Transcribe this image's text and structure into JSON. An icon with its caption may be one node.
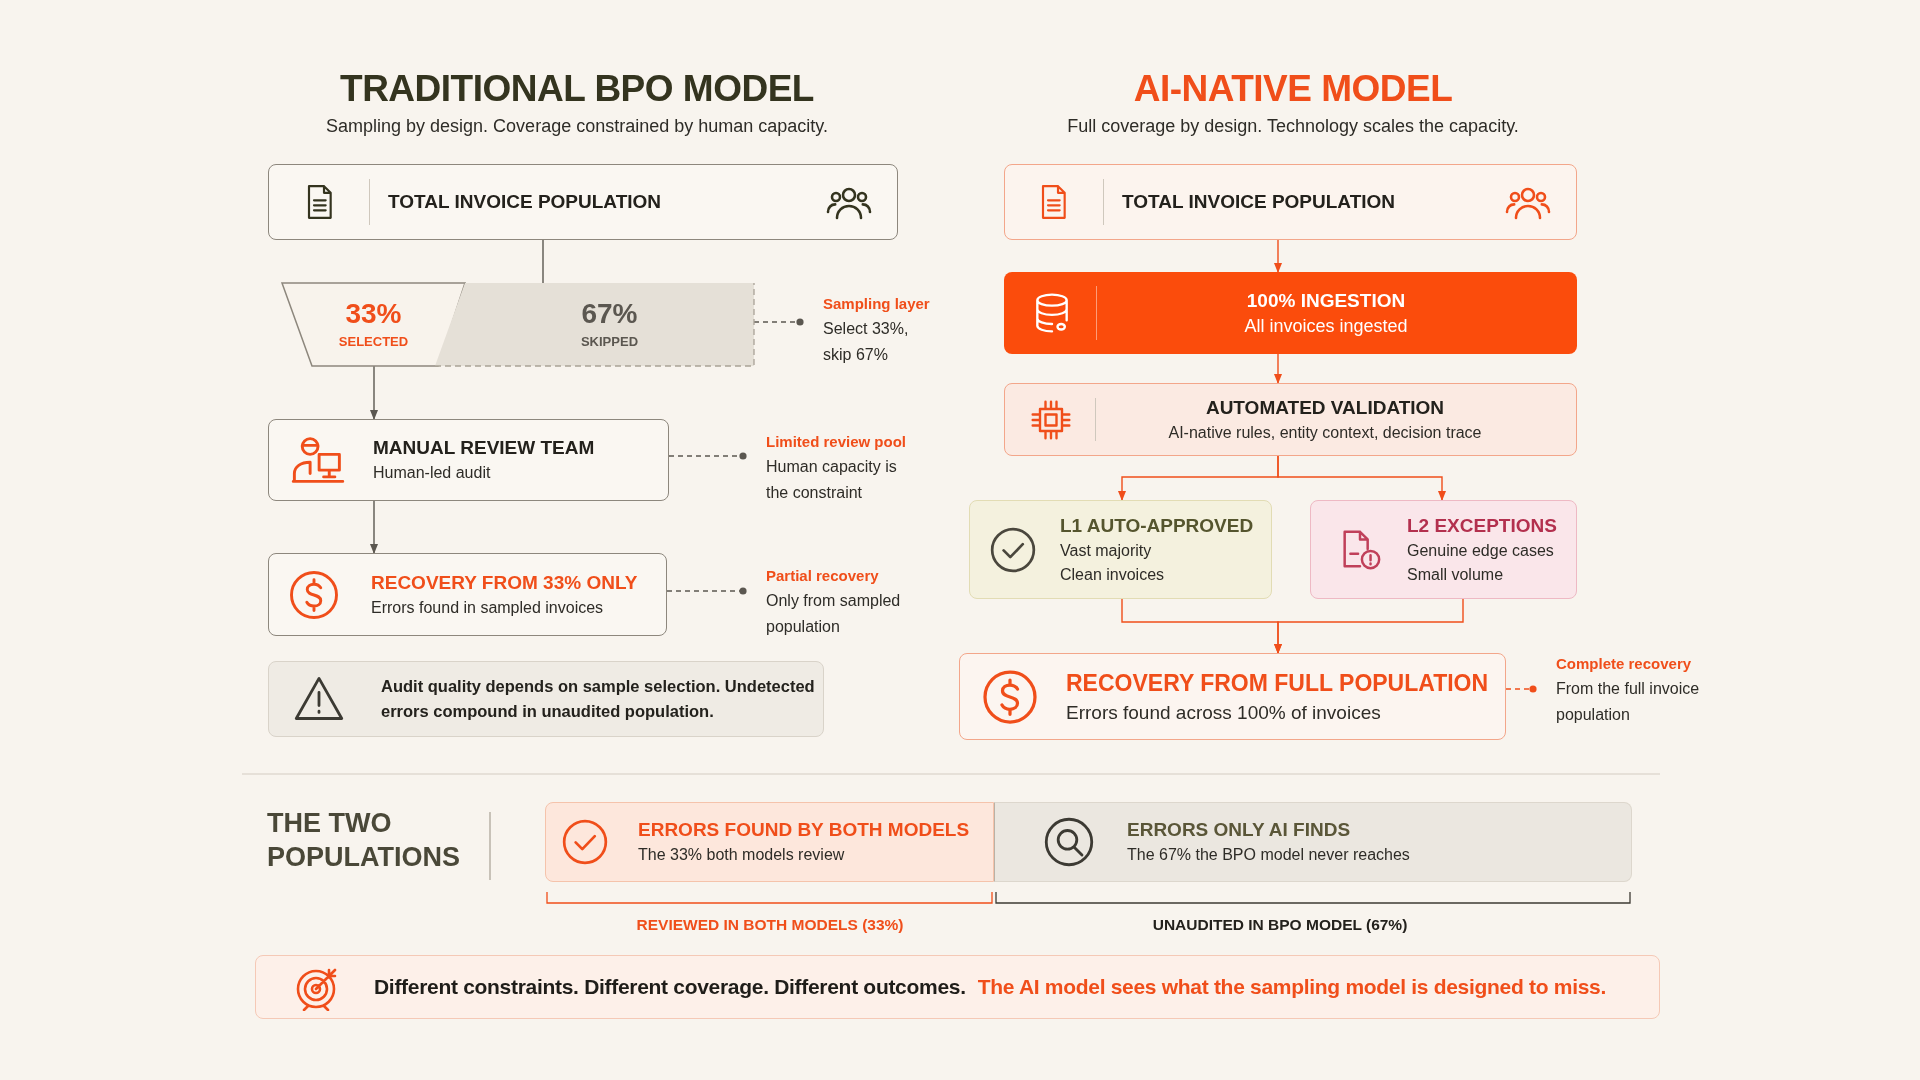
{
  "diagram": {
    "nodes": [
      {
        "text": [
          "TOTAL INVOICE POPULATION"
        ]
      },
      {
        "text": [
          "33%",
          "SELECTED"
        ]
      },
      {
        "text": [
          "67%",
          "SKIPPED"
        ]
      },
      {
        "text": [
          "Sampling layer",
          "Select 33%, skip 67%"
        ]
      },
      {
        "text": [
          "MANUAL REVIEW TEAM",
          "Human-led audit"
        ]
      },
      {
        "text": [
          "Limited review pool",
          "Human capacity is the constraint"
        ]
      },
      {
        "text": [
          "RECOVERY FROM 33% ONLY",
          "Errors found in sampled invoices"
        ]
      },
      {
        "text": [
          "Partial recovery",
          "Only from sampled population"
        ]
      },
      {
        "text": [
          "Audit quality depends on sample selection. Undetected errors compound in unaudited population."
        ]
      },
      {
        "text": [
          "TOTAL INVOICE POPULATION"
        ]
      },
      {
        "text": [
          "100% INGESTION",
          "All invoices ingested"
        ]
      },
      {
        "text": [
          "AUTOMATED VALIDATION",
          "AI-native rules, entity context, decision trace"
        ]
      },
      {
        "text": [
          "L1 AUTO-APPROVED",
          "Vast majority",
          "Clean invoices"
        ]
      },
      {
        "text": [
          "L2 EXCEPTIONS",
          "Genuine edge cases",
          "Small volume"
        ]
      },
      {
        "text": [
          "RECOVERY FROM FULL POPULATION",
          "Errors found across 100% of invoices"
        ]
      },
      {
        "text": [
          "Complete recovery",
          "From the full invoice population"
        ]
      },
      {
        "text": [
          "ERRORS FOUND BY BOTH MODELS",
          "The 33% both models review"
        ]
      },
      {
        "text": [
          "ERRORS ONLY AI FINDS",
          "The 67% the BPO model never reaches"
        ]
      },
      {
        "text": [
          "Different constraints. Different coverage. Different outcomes.",
          "The AI model sees what the sampling model is designed to miss."
        ]
      }
    ],
    "edges": [
      {
        "from": 0,
        "to": 2,
        "arrow": "none",
        "color": "#5b5750"
      },
      {
        "from": 1,
        "to": 4,
        "arrow": "to",
        "color": "#5b5750"
      },
      {
        "from": 4,
        "to": 6,
        "arrow": "to",
        "color": "#5b5750"
      },
      {
        "from": 2,
        "to": 3,
        "arrow": "other",
        "style": "dashed",
        "color": "#5b5750"
      },
      {
        "from": 4,
        "to": 5,
        "arrow": "other",
        "style": "dashed",
        "color": "#5b5750"
      },
      {
        "from": 6,
        "to": 7,
        "arrow": "other",
        "style": "dashed",
        "color": "#5b5750"
      },
      {
        "from": 9,
        "to": 10,
        "arrow": "to"
      },
      {
        "from": 10,
        "to": 11,
        "arrow": "to"
      },
      {
        "from": 11,
        "to": 12,
        "arrow": "to"
      },
      {
        "from": 11,
        "to": 13,
        "arrow": "to"
      },
      {
        "from": 12,
        "to": 14,
        "arrow": "to"
      },
      {
        "from": 13,
        "to": 14,
        "arrow": "to"
      },
      {
        "from": 14,
        "to": 15,
        "arrow": "other",
        "style": "dashed"
      }
    ],
    "labels": [
      "TRADITIONAL BPO MODEL",
      "Sampling by design. Coverage constrained by human capacity.",
      "AI-NATIVE MODEL",
      "Full coverage by design. Technology scales the capacity.",
      "THE TWO POPULATIONS",
      "REVIEWED IN BOTH MODELS (33%)",
      "UNAUDITED IN BPO MODEL (67%)"
    ]
  }
}
